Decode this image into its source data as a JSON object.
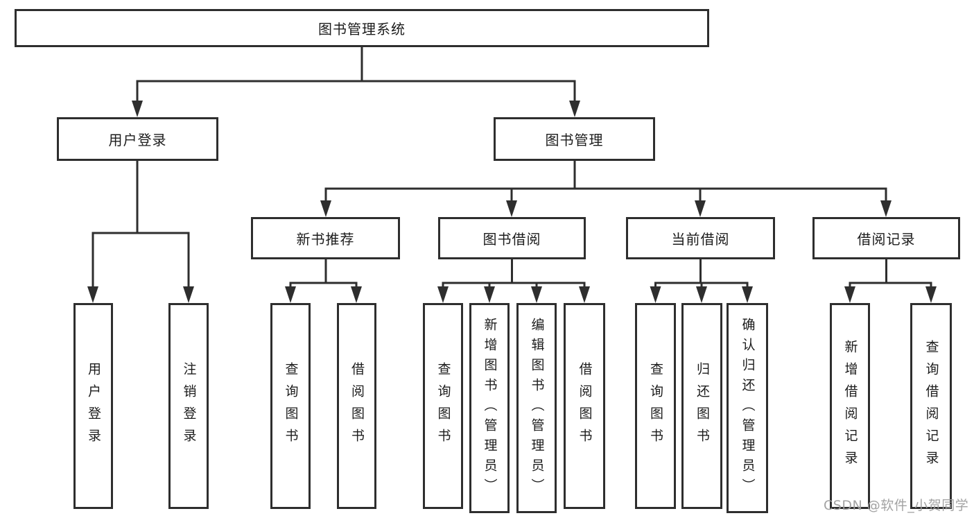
{
  "tree": {
    "root": {
      "label": "图书管理系统"
    },
    "children": [
      {
        "label": "用户登录",
        "children": [
          {
            "label": "用户登录"
          },
          {
            "label": "注销登录"
          }
        ]
      },
      {
        "label": "图书管理",
        "children": [
          {
            "label": "新书推荐",
            "children": [
              {
                "label": "查询图书"
              },
              {
                "label": "借阅图书"
              }
            ]
          },
          {
            "label": "图书借阅",
            "children": [
              {
                "label": "查询图书"
              },
              {
                "label": "新增图书（管理员）"
              },
              {
                "label": "编辑图书（管理员）"
              },
              {
                "label": "借阅图书"
              }
            ]
          },
          {
            "label": "当前借阅",
            "children": [
              {
                "label": "查询图书"
              },
              {
                "label": "归还图书"
              },
              {
                "label": "确认归还（管理员）"
              }
            ]
          },
          {
            "label": "借阅记录",
            "children": [
              {
                "label": "新增借阅记录"
              },
              {
                "label": "查询借阅记录"
              }
            ]
          }
        ]
      }
    ]
  },
  "watermark": {
    "text": "CSDN @软件_小贺同学"
  },
  "colors": {
    "line": "#2e2e2e",
    "text": "#1c1c1c",
    "watermark": "#9e9e9e",
    "background": "#ffffff"
  }
}
